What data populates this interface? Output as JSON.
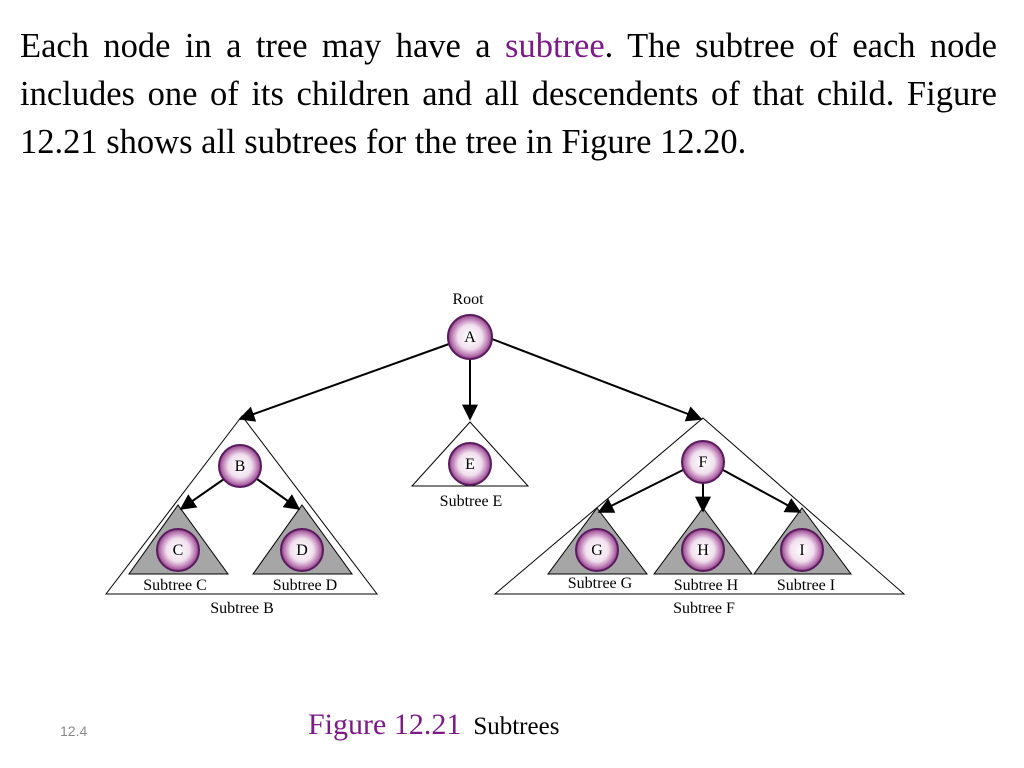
{
  "paragraph": {
    "before": "Each node in a tree may have a ",
    "highlight": "subtree",
    "after": ". The subtree of each node includes one of its children and all descendents of that child. Figure 12.21 shows all subtrees for the tree in Figure 12.20."
  },
  "diagram": {
    "root_label": "Root",
    "nodes": {
      "A": "A",
      "B": "B",
      "C": "C",
      "D": "D",
      "E": "E",
      "F": "F",
      "G": "G",
      "H": "H",
      "I": "I"
    },
    "subtree_labels": {
      "B": "Subtree B",
      "C": "Subtree C",
      "D": "Subtree D",
      "E": "Subtree E",
      "F": "Subtree F",
      "G": "Subtree G",
      "H": "Subtree H",
      "I": "Subtree I"
    },
    "colors": {
      "node_fill": "#a0589a",
      "node_edge": "#5a1a5e",
      "inner_triangle": "#a6a6a6",
      "accent_text": "#7a1b86"
    }
  },
  "caption": {
    "figure": "Figure 12.21",
    "title": "Subtrees"
  },
  "slide_number": "12.4"
}
